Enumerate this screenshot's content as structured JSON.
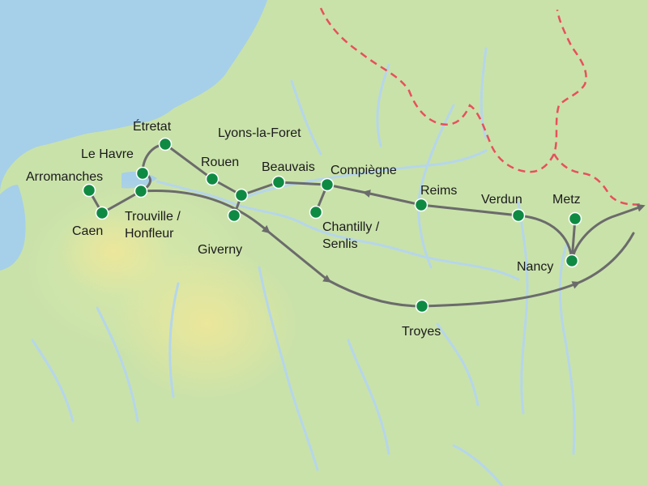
{
  "map": {
    "colors": {
      "sea": "#a6cfe9",
      "land": "#c9e2aa",
      "lowland": "#d6e7ad",
      "plateau": "#e3e59a",
      "river": "#b6d6ea",
      "route": "#6b6b6b",
      "stop": "#0f8a43",
      "border": "#e8505b"
    },
    "icons": {
      "stop": "green-dot-marker",
      "direction": "arrowhead"
    },
    "route_order": [
      "Metz",
      "Nancy",
      "Verdun",
      "Reims",
      "Compiègne",
      "Beauvais",
      "Lyons-la-Foret",
      "Rouen",
      "Étretat",
      "Le Havre",
      "Trouville / Honfleur",
      "Caen",
      "Arromanches",
      "Giverny",
      "Troyes",
      "Nancy"
    ],
    "places": [
      {
        "id": "etretat",
        "lines": [
          "Étretat"
        ]
      },
      {
        "id": "le-havre",
        "lines": [
          "Le Havre"
        ]
      },
      {
        "id": "arromanches",
        "lines": [
          "Arromanches"
        ]
      },
      {
        "id": "caen",
        "lines": [
          "Caen"
        ]
      },
      {
        "id": "trouville",
        "lines": [
          "Trouville /",
          "Honfleur"
        ]
      },
      {
        "id": "rouen",
        "lines": [
          "Rouen"
        ]
      },
      {
        "id": "lyons",
        "lines": [
          "Lyons-la-Foret"
        ]
      },
      {
        "id": "giverny",
        "lines": [
          "Giverny"
        ]
      },
      {
        "id": "beauvais",
        "lines": [
          "Beauvais"
        ]
      },
      {
        "id": "compiegne",
        "lines": [
          "Compiègne"
        ]
      },
      {
        "id": "chantilly",
        "lines": [
          "Chantilly /",
          "Senlis"
        ]
      },
      {
        "id": "reims",
        "lines": [
          "Reims"
        ]
      },
      {
        "id": "verdun",
        "lines": [
          "Verdun"
        ]
      },
      {
        "id": "metz",
        "lines": [
          "Metz"
        ]
      },
      {
        "id": "nancy",
        "lines": [
          "Nancy"
        ]
      },
      {
        "id": "troyes",
        "lines": [
          "Troyes"
        ]
      }
    ]
  }
}
